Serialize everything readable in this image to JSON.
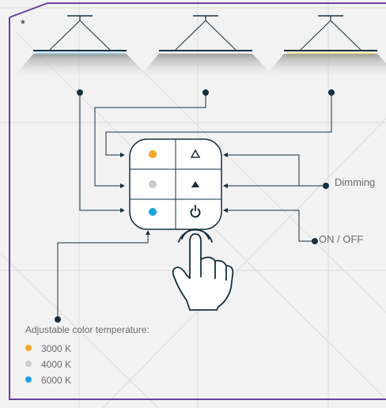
{
  "marker": "*",
  "labels": {
    "dimming": "Dimming",
    "on_off": "ON / OFF"
  },
  "legend": {
    "title": "Adjustable color temperature:",
    "items": [
      {
        "label": "3000 K",
        "color": "#f5a623"
      },
      {
        "label": "4000 K",
        "color": "#cccccc"
      },
      {
        "label": "6000 K",
        "color": "#1aa3e8"
      }
    ]
  },
  "lamps": [
    {
      "glow": "#a8d8f0"
    },
    {
      "glow": "#e6e6e6"
    },
    {
      "glow": "#f2e48a"
    }
  ],
  "keypad": {
    "color_buttons": [
      "#f5a623",
      "#cccccc",
      "#1aa3e8"
    ],
    "right_buttons": [
      "triangle-outline-icon",
      "triangle-filled-icon",
      "power-icon"
    ]
  },
  "colors": {
    "frame": "#6b3fa0",
    "line": "#17303f",
    "text": "#6b6b6b"
  }
}
